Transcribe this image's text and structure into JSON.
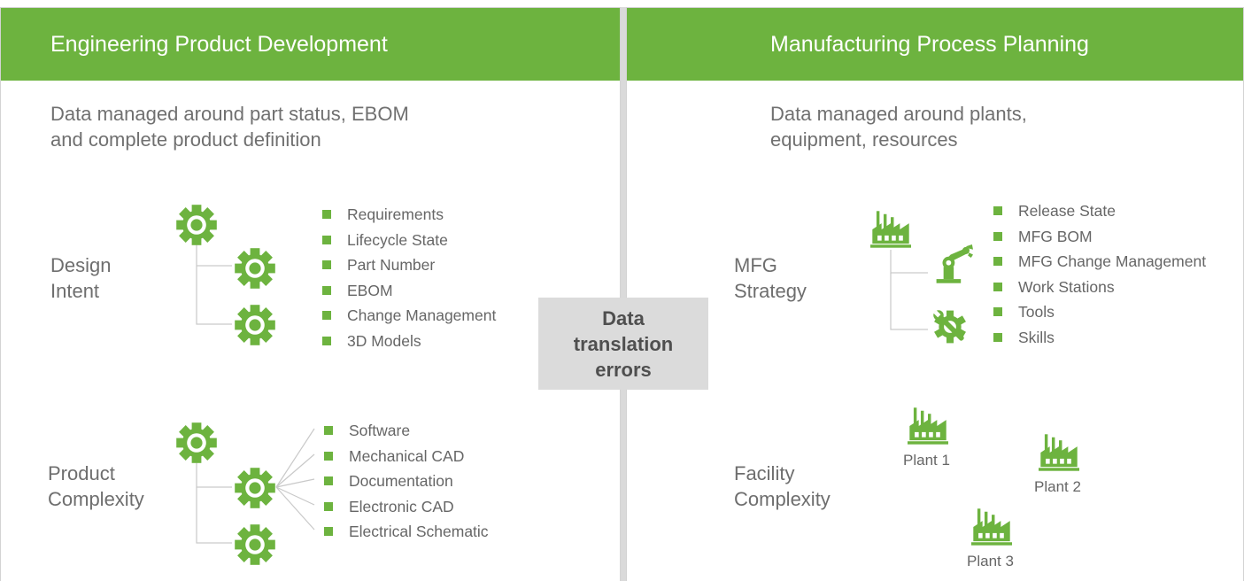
{
  "colors": {
    "accent": "#6db33f",
    "divider": "#dadada",
    "box": "#dbdbdb"
  },
  "left": {
    "header": "Engineering Product Development",
    "description": [
      "Data managed around part status, EBOM",
      "and complete product definition"
    ],
    "design_intent": {
      "label": [
        "Design",
        "Intent"
      ],
      "icon": "gear-icon",
      "items": [
        "Requirements",
        "Lifecycle State",
        "Part Number",
        "EBOM",
        "Change Management",
        "3D Models"
      ]
    },
    "product_complexity": {
      "label": [
        "Product",
        "Complexity"
      ],
      "icon": "gear-icon",
      "items": [
        "Software",
        "Mechanical CAD",
        "Documentation",
        "Electronic CAD",
        "Electrical Schematic"
      ]
    }
  },
  "center": {
    "translation": "Data translation errors"
  },
  "right": {
    "header": "Manufacturing Process Planning",
    "description": [
      "Data managed around plants,",
      "equipment, resources"
    ],
    "mfg_strategy": {
      "label": [
        "MFG",
        "Strategy"
      ],
      "icons": [
        "factory-icon",
        "robot-arm-icon",
        "tools-gear-icon"
      ],
      "items": [
        "Release State",
        "MFG BOM",
        "MFG Change Management",
        "Work Stations",
        "Tools",
        "Skills"
      ]
    },
    "facility_complexity": {
      "label": [
        "Facility",
        "Complexity"
      ],
      "icon": "factory-icon",
      "plants": [
        "Plant 1",
        "Plant 2",
        "Plant 3"
      ]
    }
  }
}
